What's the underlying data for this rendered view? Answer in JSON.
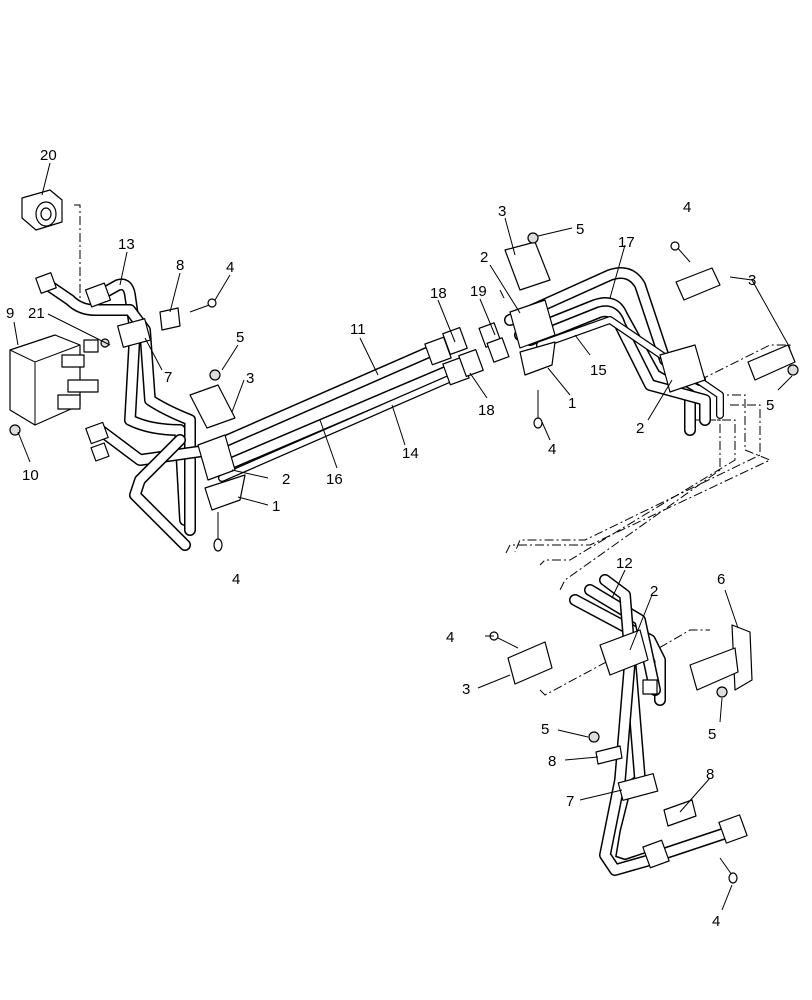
{
  "callouts": [
    {
      "id": "c20",
      "text": "20"
    },
    {
      "id": "c13",
      "text": "13"
    },
    {
      "id": "c8a",
      "text": "8"
    },
    {
      "id": "c4a",
      "text": "4"
    },
    {
      "id": "c9",
      "text": "9"
    },
    {
      "id": "c21",
      "text": "21"
    },
    {
      "id": "c7a",
      "text": "7"
    },
    {
      "id": "c5a",
      "text": "5"
    },
    {
      "id": "c3a",
      "text": "3"
    },
    {
      "id": "c10",
      "text": "10"
    },
    {
      "id": "c2a",
      "text": "2"
    },
    {
      "id": "c1a",
      "text": "1"
    },
    {
      "id": "c4b",
      "text": "4"
    },
    {
      "id": "c16",
      "text": "16"
    },
    {
      "id": "c14",
      "text": "14"
    },
    {
      "id": "c11",
      "text": "11"
    },
    {
      "id": "c18a",
      "text": "18"
    },
    {
      "id": "c19",
      "text": "19"
    },
    {
      "id": "c18b",
      "text": "18"
    },
    {
      "id": "c3b",
      "text": "3"
    },
    {
      "id": "c5b",
      "text": "5"
    },
    {
      "id": "c2b",
      "text": "2"
    },
    {
      "id": "c17",
      "text": "17"
    },
    {
      "id": "c15",
      "text": "15"
    },
    {
      "id": "c1b",
      "text": "1"
    },
    {
      "id": "c4c",
      "text": "4"
    },
    {
      "id": "c4d",
      "text": "4"
    },
    {
      "id": "c3c",
      "text": "3"
    },
    {
      "id": "c5c",
      "text": "5"
    },
    {
      "id": "c2c",
      "text": "2"
    },
    {
      "id": "c12",
      "text": "12"
    },
    {
      "id": "c2d",
      "text": "2"
    },
    {
      "id": "c6",
      "text": "6"
    },
    {
      "id": "c4e",
      "text": "4"
    },
    {
      "id": "c3d",
      "text": "3"
    },
    {
      "id": "c5d",
      "text": "5"
    },
    {
      "id": "c5e",
      "text": "5"
    },
    {
      "id": "c8b",
      "text": "8"
    },
    {
      "id": "c7b",
      "text": "7"
    },
    {
      "id": "c8c",
      "text": "8"
    },
    {
      "id": "c4f",
      "text": "4"
    }
  ]
}
